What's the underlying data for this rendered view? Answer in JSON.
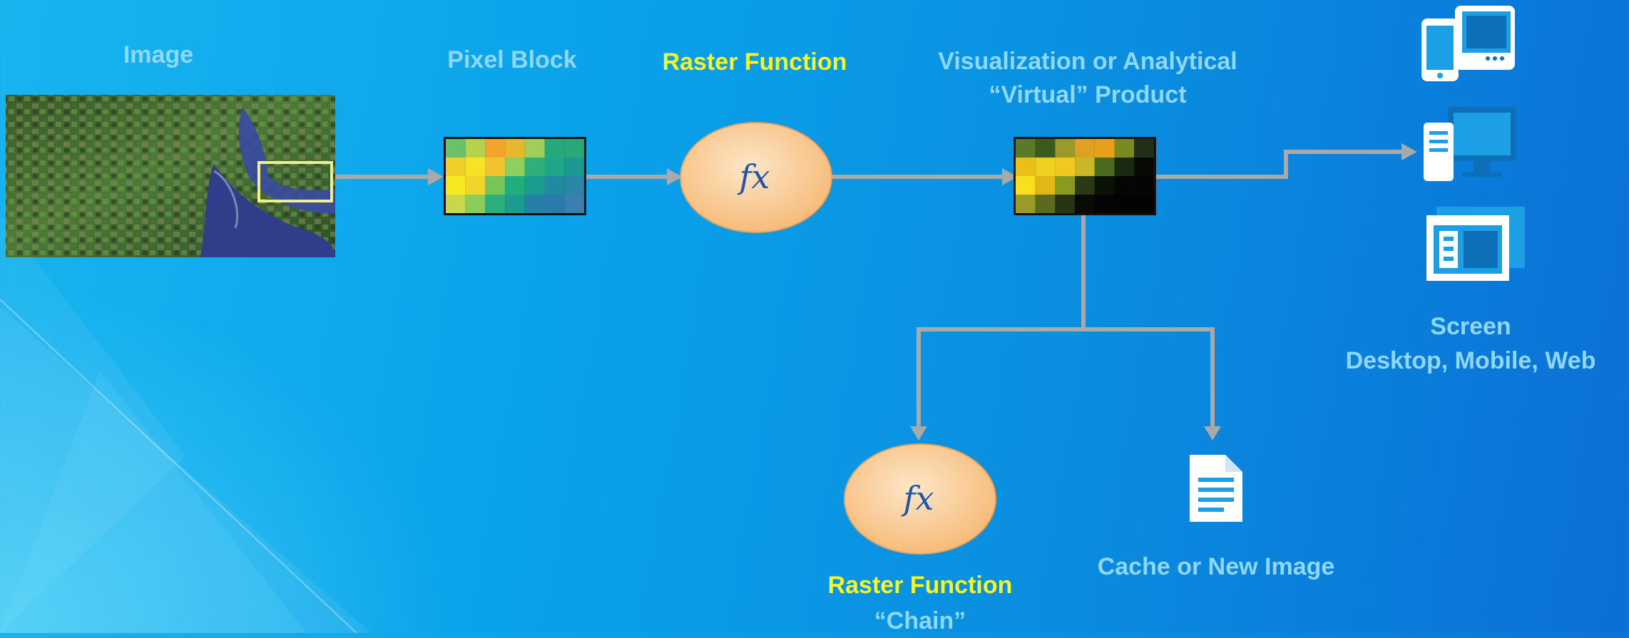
{
  "nodes": {
    "image": {
      "label": "Image"
    },
    "pixel_block": {
      "label": "Pixel Block"
    },
    "raster_function": {
      "label": "Raster Function",
      "symbol": "fx"
    },
    "product": {
      "label_line1": "Visualization or Analytical",
      "label_line2": "“Virtual” Product"
    },
    "screen": {
      "label_line1": "Screen",
      "label_line2": "Desktop, Mobile, Web"
    },
    "chain": {
      "label_line1": "Raster Function",
      "label_line2": "“Chain”",
      "symbol": "fx"
    },
    "cache": {
      "label": "Cache or New Image"
    }
  },
  "icons": [
    "mobile-tablet-icon",
    "desktop-computer-icon",
    "web-browser-icon",
    "document-icon"
  ],
  "colors": {
    "label_light_blue": "#8fd8f5",
    "label_yellow": "#f6f526",
    "connector_gray": "#a9a9a9",
    "fx_node_fill": "#f9c98e",
    "device_icon_blue": "#1d9fe6"
  }
}
